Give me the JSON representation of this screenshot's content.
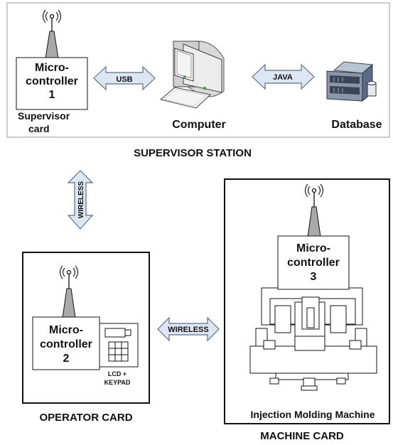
{
  "colors": {
    "line": "#111111",
    "arrow_fill": "#dde6f2",
    "arrow_stroke": "#5d6f86",
    "antenna": "#a9a9a9",
    "frame": "#9a9a9a"
  },
  "supervisor_station": {
    "title": "SUPERVISOR STATION",
    "supervisor_card": {
      "mc_line1": "Micro-",
      "mc_line2": "controller",
      "mc_line3": "1",
      "caption_line1": "Supervisor",
      "caption_line2": "card"
    },
    "usb_label": "USB",
    "computer_label": "Computer",
    "java_label": "JAVA",
    "database_label": "Database"
  },
  "wireless_vertical_label": "WIRELESS",
  "wireless_horizontal_label": "WIRELESS",
  "operator_card": {
    "title": "OPERATOR CARD",
    "mc_line1": "Micro-",
    "mc_line2": "controller",
    "mc_line3": "2",
    "lcd_line1": "LCD +",
    "lcd_line2": "KEYPAD"
  },
  "machine_card": {
    "title": "MACHINE CARD",
    "mc_line1": "Micro-",
    "mc_line2": "controller",
    "mc_line3": "3",
    "machine_label": "Injection Molding Machine"
  },
  "icons": [
    "antenna-icon",
    "computer-icon",
    "database-server-icon",
    "lcd-keypad-icon",
    "injection-molding-machine-icon"
  ]
}
